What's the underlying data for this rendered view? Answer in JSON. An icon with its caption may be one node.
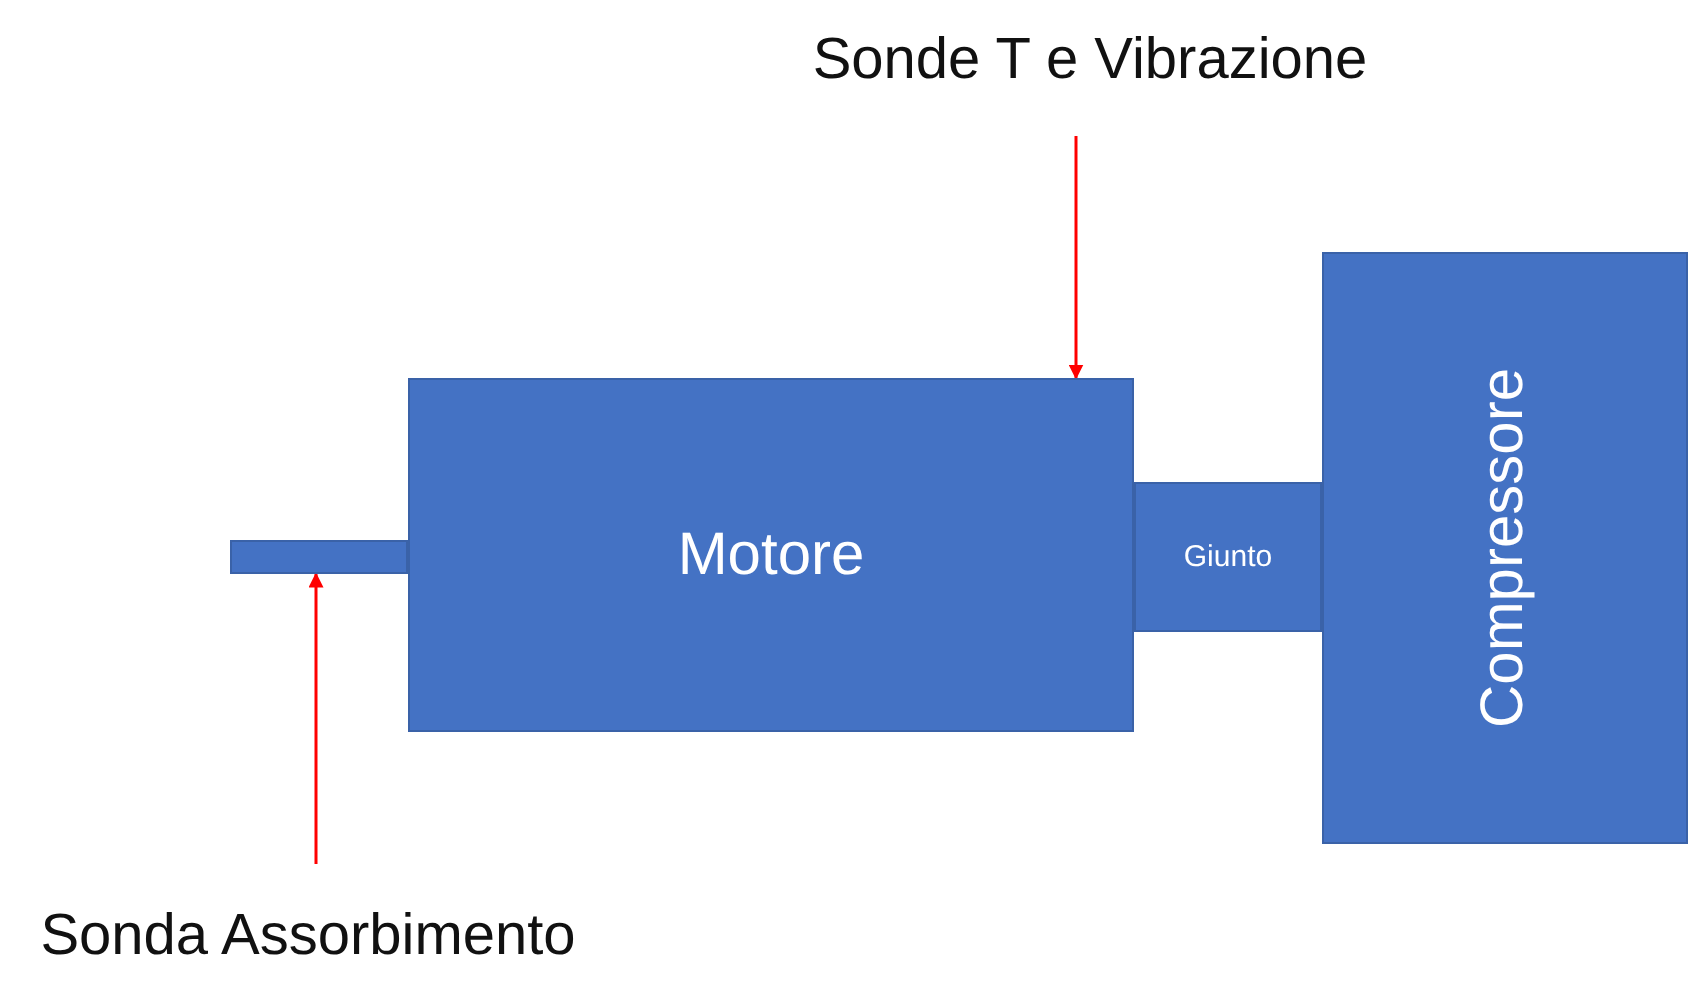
{
  "diagram": {
    "nodes": [
      {
        "text": [
          "Sonde T e Vibrazione"
        ]
      },
      {
        "text": [
          "Motore"
        ]
      },
      {
        "text": [],
        "shape": "bar"
      },
      {
        "text": [
          "Giunto"
        ]
      },
      {
        "text": [
          "Compressore"
        ]
      },
      {
        "text": [
          "Sonda Assorbimento"
        ]
      }
    ],
    "edges": [
      {
        "from": 0,
        "to": 1,
        "arrow": "to"
      },
      {
        "from": 5,
        "to": 2,
        "arrow": "to"
      }
    ]
  }
}
